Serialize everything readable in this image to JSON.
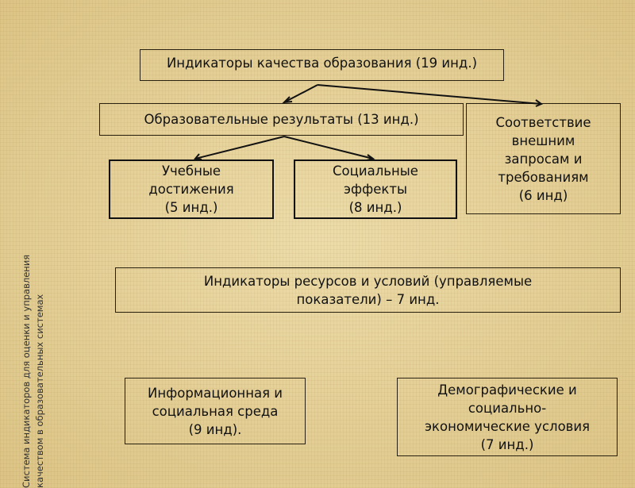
{
  "side_title": {
    "line1": "Система индикаторов для оценки и управления",
    "line2": "качеством  в образовательных системах"
  },
  "boxes": {
    "quality": "Индикаторы качества образования (19 инд.)",
    "results": "Образовательные результаты (13 инд.)",
    "compliance": "Соответствие\nвнешним\nзапросам и\nтребованиям\n(6 инд)",
    "academic": "Учебные\nдостижения\n(5 инд.)",
    "social": "Социальные\nэффекты\n(8 инд.)",
    "resources": "Индикаторы ресурсов и условий (управляемые\nпоказатели)  – 7 инд.",
    "info": "Информационная и\nсоциальная среда\n(9 инд).",
    "demographic": "Демографические и\nсоциально-\nэкономические условия\n(7 инд.)"
  }
}
